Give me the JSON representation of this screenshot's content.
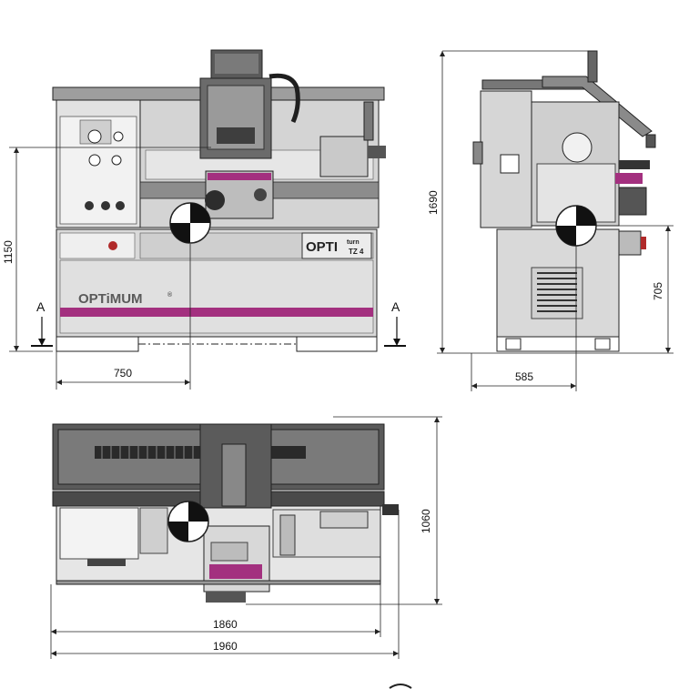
{
  "labels": {
    "brand": "OPTiMUM",
    "registered": "®",
    "model_word": "OPTI",
    "model_turn": "turn",
    "model_code": "TZ 4",
    "section_marker": "A"
  },
  "dimensions": {
    "front_height": "1150",
    "front_center_width": "750",
    "side_height_total": "1690",
    "side_center_height": "705",
    "side_center_depth": "585",
    "top_depth": "1060",
    "top_width_body": "1860",
    "top_width_total": "1960"
  },
  "colors": {
    "machine_light": "#d9d9d9",
    "machine_mid": "#bdbdbd",
    "machine_dark": "#4a4a4a",
    "accent": "#a3307f",
    "line": "#222222"
  }
}
